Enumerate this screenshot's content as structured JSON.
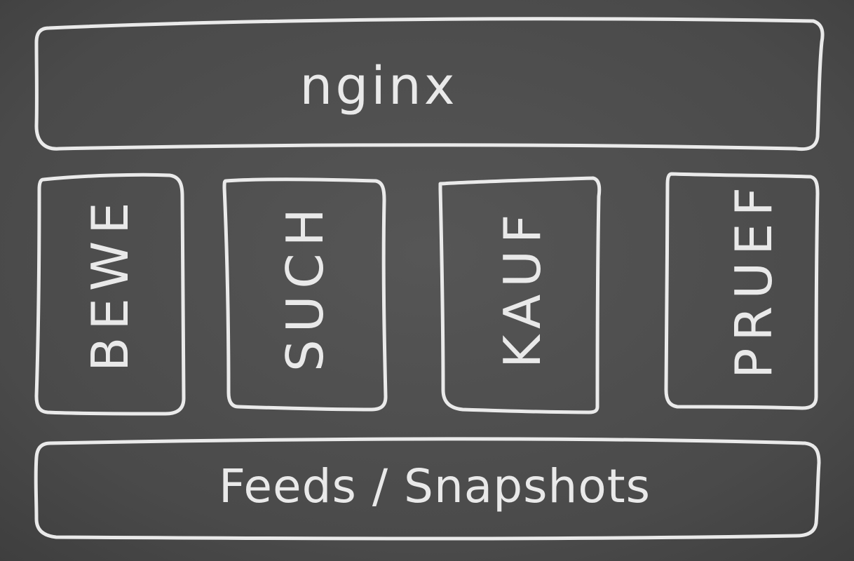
{
  "diagram": {
    "top_layer": {
      "label": "nginx"
    },
    "services": [
      {
        "label": "BEWE"
      },
      {
        "label": "SUCH"
      },
      {
        "label": "KAUF"
      },
      {
        "label": "PRUEF"
      }
    ],
    "bottom_layer": {
      "label": "Feeds / Snapshots"
    }
  },
  "colors": {
    "board": "#4b4b4b",
    "chalk": "#f2f2f2"
  }
}
